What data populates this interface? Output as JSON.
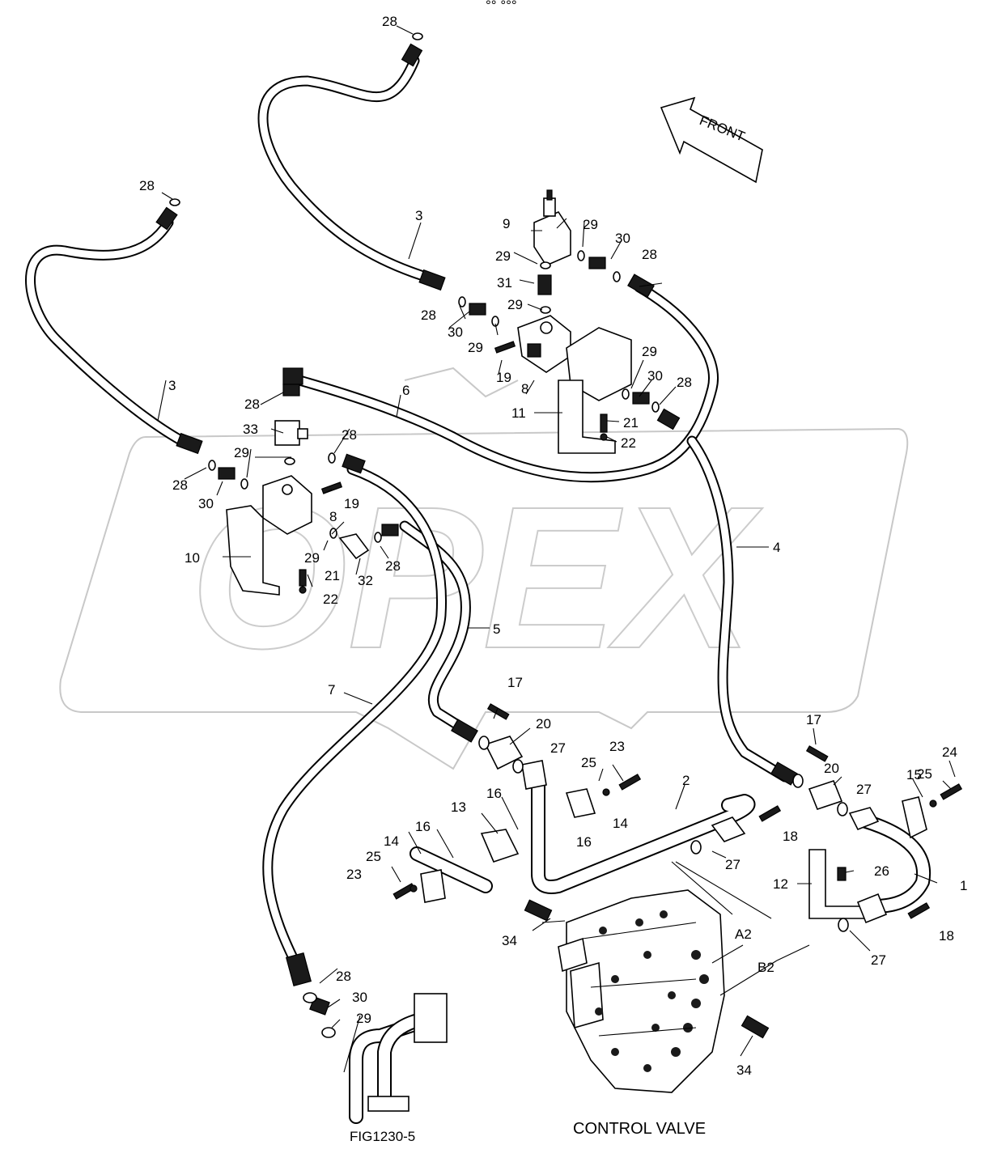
{
  "diagram": {
    "arrow_label": "FRONT",
    "watermark": "OPEX",
    "top_marker": "°° °°°",
    "fig_ref": "FIG1230-5",
    "caption": "CONTROL VALVE",
    "port_labels": {
      "a2": "A2",
      "b2": "B2"
    }
  },
  "callouts": {
    "n1": "1",
    "n2": "2",
    "n3a": "3",
    "n3b": "3",
    "n4": "4",
    "n5": "5",
    "n6": "6",
    "n7": "7",
    "n8a": "8",
    "n8b": "8",
    "n9": "9",
    "n10": "10",
    "n11": "11",
    "n12": "12",
    "n13": "13",
    "n14a": "14",
    "n14b": "14",
    "n15": "15",
    "n16a": "16",
    "n16b": "16",
    "n16c": "16",
    "n17a": "17",
    "n17b": "17",
    "n18a": "18",
    "n18b": "18",
    "n19a": "19",
    "n19b": "19",
    "n20a": "20",
    "n20b": "20",
    "n21a": "21",
    "n21b": "21",
    "n22a": "22",
    "n22b": "22",
    "n23a": "23",
    "n23b": "23",
    "n24": "24",
    "n25a": "25",
    "n25b": "25",
    "n25c": "25",
    "n26": "26",
    "n27a": "27",
    "n27b": "27",
    "n27c": "27",
    "n27d": "27",
    "n28a": "28",
    "n28b": "28",
    "n28c": "28",
    "n28d": "28",
    "n28e": "28",
    "n28f": "28",
    "n28g": "28",
    "n28h": "28",
    "n28i": "28",
    "n29a": "29",
    "n29b": "29",
    "n29c": "29",
    "n29d": "29",
    "n29e": "29",
    "n29f": "29",
    "n29g": "29",
    "n29h": "29",
    "n30a": "30",
    "n30b": "30",
    "n30c": "30",
    "n30d": "30",
    "n30e": "30",
    "n31": "31",
    "n32": "32",
    "n33": "33",
    "n34a": "34",
    "n34b": "34"
  }
}
